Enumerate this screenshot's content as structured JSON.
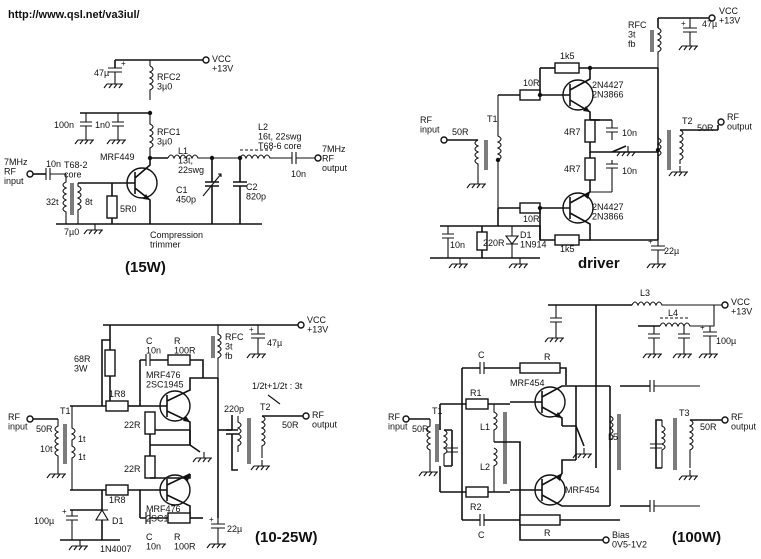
{
  "header": {
    "url": "http://www.qsl.net/va3iul/"
  },
  "circuit_15w": {
    "title": "(15W)",
    "vcc": "VCC\n+13V",
    "c_47u": "47µ",
    "rfc2": "RFC2\n3µ0",
    "rfc1": "RFC1\n3µ0",
    "c_100n": "100n",
    "c_1n0": "1n0",
    "in_label": "7MHz\nRF\ninput",
    "c_10n_in": "10n",
    "t68_2": "T68-2\ncore",
    "w_32t": "32t",
    "w_8t": "8t",
    "l_7u0": "7µ0",
    "transistor": "MRF449",
    "r_5r0": "5R0",
    "l1": "L1\n13t,\n22swg",
    "c1": "C1\n450p",
    "trimmer": "Compression\ntrimmer",
    "c2": "C2\n820p",
    "l2": "L2\n16t, 22swg\nT68-6 core",
    "c_10n_out": "10n",
    "out_label": "7MHz\nRF\noutput"
  },
  "circuit_driver": {
    "title": "driver",
    "rfc": "RFC\n3t\nfb",
    "c_47u": "47µ",
    "vcc": "VCC\n+13V",
    "r_1k5_top": "1k5",
    "r_10r_top": "10R",
    "q_top": "2N4427\n2N3866",
    "in_label": "RF\ninput",
    "in_imp": "50R",
    "t1": "T1",
    "r_4r7_a": "4R7",
    "r_4r7_b": "4R7",
    "c_10n_a": "10n",
    "c_10n_b": "10n",
    "t2": "T2",
    "out_imp": "50R",
    "out_label": "RF\noutput",
    "r_10r_bot": "10R",
    "q_bot": "2N4427\n2N3866",
    "c_10n_bias": "10n",
    "r_220r": "220R",
    "d1": "D1\n1N914",
    "r_1k5_bot": "1k5",
    "c_22u": "22µ"
  },
  "circuit_10_25w": {
    "title": "(10-25W)",
    "vcc": "VCC\n+13V",
    "r_68r": "68R\n3W",
    "c_top": "C\n10n",
    "r_top": "R\n100R",
    "rfc": "RFC\n3t\nfb",
    "c_47u": "47µ",
    "q_top": "MRF476\n2SC1945",
    "ratio": "1/2t+1/2t : 3t",
    "in_label": "RF\ninput",
    "in_imp": "50R",
    "t1": "T1",
    "r_1r8_a": "1R8",
    "w_10t": "10t",
    "w_1t_a": "1t",
    "w_1t_b": "1t",
    "r_22r_a": "22R",
    "r_22r_b": "22R",
    "c_220p": "220p",
    "t2": "T2",
    "out_imp": "50R",
    "out_label": "RF\noutput",
    "r_1r8_b": "1R8",
    "c_100u": "100µ",
    "d1": "D1",
    "d_part": "1N4007",
    "q_bot": "MRF476\n2SC1945",
    "c_bot": "C\n10n",
    "r_bot": "R\n100R",
    "c_22u": "22µ"
  },
  "circuit_100w": {
    "title": "(100W)",
    "l3": "L3",
    "vcc": "VCC\n+13V",
    "l4": "L4",
    "c_100u": "100µ",
    "c_top": "C",
    "r_top": "R",
    "q_top": "MRF454",
    "in_label": "RF\ninput",
    "in_imp": "50R",
    "t1": "T1",
    "r1": "R1",
    "l1": "L1",
    "l2": "L2",
    "r2": "R2",
    "l5": "L5",
    "t3": "T3",
    "out_imp": "50R",
    "out_label": "RF\noutput",
    "q_bot": "MRF454",
    "c_bot": "C",
    "r_bot": "R",
    "bias": "Bias\n0V5-1V2"
  }
}
